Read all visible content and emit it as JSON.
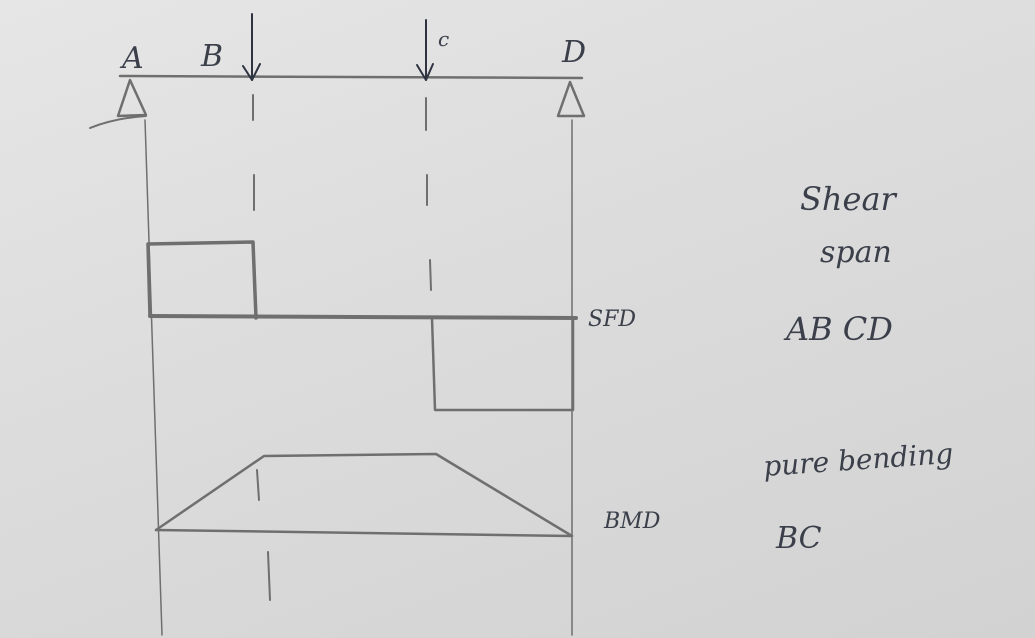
{
  "diagram": {
    "points": {
      "a": "A",
      "b": "B",
      "c": "c",
      "d": "D"
    },
    "labels": {
      "sfd": "SFD",
      "bmd": "BMD"
    },
    "notes": {
      "shear_line1": "Shear",
      "shear_line2": "span",
      "shear_spans": "AB  CD",
      "pure_bending": "pure bending",
      "pure_bending_span": "BC"
    }
  }
}
